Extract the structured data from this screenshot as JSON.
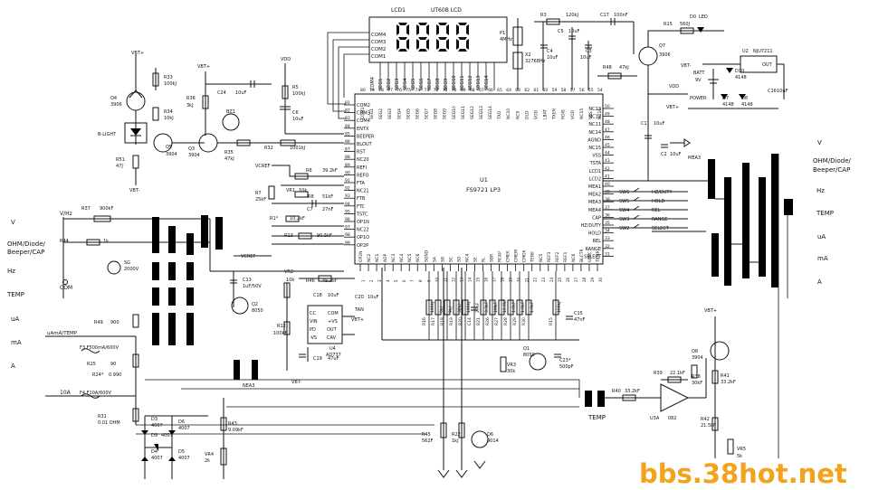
{
  "lcd": {
    "ref": "LCD1",
    "model": "UT60B LCD",
    "pins_left": [
      "COM4",
      "COM3",
      "COM2",
      "COM1"
    ],
    "pins_bottom": [
      "COM4",
      "SEG1",
      "SEG2",
      "SEG3",
      "SEG4",
      "SEG5",
      "SEG6",
      "SEG7",
      "SEG8",
      "SEG9",
      "SEG10",
      "SEG11",
      "SEG12",
      "SEG13",
      "SEG14"
    ]
  },
  "ic": {
    "ref": "U1",
    "part": "FS9721 LP3",
    "top_pins": [
      "COM1",
      "SEG1",
      "SEG2",
      "SEG3",
      "SEG4",
      "SEG5",
      "SEG6",
      "SEG7",
      "SEG8",
      "SEG9",
      "SEG10",
      "SEG11",
      "SEG12",
      "SEG13",
      "SEG14",
      "TXD",
      "NC10",
      "NC9",
      "DLD",
      "VDD",
      "LBAT",
      "TXEN",
      "RDIS",
      "VDD",
      "NC15",
      "VSS",
      "NC16"
    ],
    "top_nums": [
      "80",
      "79",
      "78",
      "77",
      "76",
      "75",
      "74",
      "73",
      "72",
      "71",
      "70",
      "69",
      "68",
      "67",
      "66",
      "65",
      "64",
      "63",
      "62",
      "61",
      "60",
      "59",
      "58",
      "57",
      "56",
      "55",
      "54"
    ],
    "left_pins": [
      "COM2",
      "COM3",
      "COM4",
      "ENTX",
      "BEEPER",
      "BLOUT",
      "RST",
      "NC20",
      "REFI",
      "REFO",
      "FTA",
      "NC21",
      "FTB",
      "FTC",
      "TSTC",
      "OP1N",
      "NC22",
      "OP1O",
      "OP2P"
    ],
    "left_nums": [
      "81",
      "82",
      "83",
      "84",
      "85",
      "86",
      "87",
      "88",
      "89",
      "90",
      "91",
      "92",
      "93",
      "94",
      "95",
      "96",
      "97",
      "98",
      "99"
    ],
    "right_pins": [
      "NC13",
      "NC12",
      "NC11",
      "NC14",
      "AGND",
      "NC15",
      "VSS",
      "TSTA",
      "LCD1",
      "LCD2",
      "MEA1",
      "MEA2",
      "MEA3",
      "MEA4",
      "CAP",
      "HZ/DUTY",
      "HOLD",
      "REL",
      "RANGE",
      "SELECT"
    ],
    "right_nums": [
      "50",
      "49",
      "48",
      "47",
      "46",
      "45",
      "44",
      "43",
      "42",
      "41",
      "40",
      "39",
      "38",
      "37",
      "36",
      "35",
      "34",
      "33",
      "32",
      "31"
    ],
    "bottom_pins": [
      "OP2N",
      "NC2",
      "NC1",
      "AOP",
      "NC3",
      "NC4",
      "NC5",
      "NC6",
      "SGND",
      "SA",
      "SB",
      "SC",
      "SD",
      "NC4",
      "SE",
      "RL",
      "SBR",
      "RCAP",
      "CMEK",
      "CMEM",
      "CMOK",
      "TENK",
      "NC5",
      "REF3",
      "REF2",
      "REF1",
      "NC6",
      "BLCTR",
      "UMIC",
      "TEMP"
    ],
    "bottom_nums": [
      "1",
      "2",
      "3",
      "4",
      "5",
      "6",
      "7",
      "8",
      "9",
      "10",
      "11",
      "12",
      "13",
      "14",
      "15",
      "16",
      "17",
      "18",
      "19",
      "20",
      "21",
      "22",
      "23",
      "24",
      "25",
      "26",
      "27",
      "28",
      "29",
      "30"
    ]
  },
  "switch_labels": [
    "SW6",
    "SW5",
    "SW4",
    "SW3",
    "SW2"
  ],
  "switch_funcs": [
    "HZ/DUTY",
    "HOLD",
    "REL",
    "RANGE",
    "SELECT"
  ],
  "terminals_left": [
    "V/Hz",
    "COM",
    "uAmA/TEMP",
    "10A"
  ],
  "range_left": [
    "V",
    "OHM/Diode/",
    "Beeper/CAP",
    "Hz",
    "TEMP",
    "uA",
    "mA",
    "A"
  ],
  "range_right": [
    "V",
    "OHM/Diode/",
    "Beeper/CAP",
    "Hz",
    "TEMP",
    "uA",
    "mA",
    "A"
  ],
  "comps": {
    "q4": "Q4",
    "q4v": "3906",
    "q5": "Q5",
    "q5v": "3904",
    "q3": "Q3",
    "q3v": "3904",
    "q7": "Q7",
    "q7v": "3906",
    "q8": "Q8",
    "q8v": "3904",
    "q2": "Q2",
    "q2v": "8050",
    "q1": "Q1",
    "q1v": "8050",
    "q6": "Q6",
    "q6v": "9014",
    "r33": "R33",
    "r33v": "100kJ",
    "r34": "R34",
    "r34v": "10kJ",
    "r51": "R51",
    "r51v": "47J",
    "blight": "B-LIGHT",
    "r36": "R36",
    "r36v": "3kJ",
    "c24": "C24",
    "c24v": "10uF",
    "bz1": "BZ1",
    "r35": "R35",
    "r35v": "47kJ",
    "r5": "R5",
    "r5v": "100kJ",
    "c6": "C6",
    "c6v": "10uF",
    "r32": "R32",
    "r32v": "1001kJ",
    "vcref": "VCREF",
    "r6": "R6",
    "r6v": "39.2kF",
    "vr1": "VR1",
    "vr1v": "10k",
    "r8": "R8",
    "r8v": "51kF",
    "r7": "R7",
    "r7v": "25kF",
    "c7": "C7",
    "c7v": "27nF",
    "r1": "R1*",
    "r1v": "10.2kF",
    "r13": "R13",
    "r13v": "90.5kF",
    "r37": "R37",
    "r37v": "900kF",
    "r44": "R44",
    "r44v": "1k",
    "sg": "SG",
    "sgv": "2000V",
    "r49": "R49",
    "r49v": "900",
    "f3": "F3 F500mA/600V",
    "r25": "R25",
    "r25v": "90",
    "r24": "R24*",
    "r24v": "0.990",
    "f4": "F4 F10A/600V",
    "r31": "R31",
    "r31v": "0.01 OHM",
    "d3": "D3",
    "d3v": "4007",
    "d6": "D6",
    "d6v": "4007",
    "d9": "D9",
    "d9v": "4007",
    "d4": "D4",
    "d4v": "4007",
    "d5": "D5",
    "d5v": "4007",
    "r43": "R43",
    "r43v": "9.09kF",
    "vr4": "VR4",
    "vr4v": "2k",
    "vcref2": "VCREF",
    "c13": "C13",
    "c13v": "1uF/50V",
    "vr2": "VR2",
    "vr2v": "10k",
    "r12": "R12",
    "r12v": "100kF",
    "r46": "R46",
    "r46v": "45.3kF",
    "c18": "C18",
    "c18v": "10uF",
    "c20": "C20",
    "c20v": "10uF",
    "u4": "U4",
    "u4v": "AD737",
    "c19": "C19",
    "c19v": "47uF",
    "vbtm": "VBT-",
    "tan": "TAN",
    "u4pins": [
      "CC",
      "VIN",
      "PD",
      "-VS",
      "COM",
      "+VS",
      "OUT",
      "CAV"
    ],
    "bres_labels": [
      "R16",
      "R17",
      "R18",
      "R19",
      "R20",
      "C14",
      "R21",
      "R26",
      "R27",
      "R28",
      "R29",
      "R30",
      "R15"
    ],
    "bres_vals": [
      "100kJ",
      "5kJ",
      "9kJ",
      "32kJ",
      "100kJ",
      "27nF",
      "3.3kF",
      "1MkF",
      "10.0kF",
      "1.0kF",
      "1.0kF",
      "1.0kF",
      "100kJ"
    ],
    "c15": "C15",
    "c15v": "47nF",
    "vr3": "VR3",
    "vr3v": "30k",
    "c23": "C23*",
    "c23v": "500pF",
    "r45": "R45",
    "r45v": "562F",
    "r22": "R22",
    "r22v": "1kJ",
    "r40": "R40",
    "r40v": "33.2kF",
    "temp": "TEMP",
    "u3": "U3A",
    "u3v": "082",
    "r39": "R39",
    "r39v": "22.1kF",
    "r38": "R38",
    "r38v": "30kF",
    "r41": "R41",
    "r41v": "33.2kF",
    "r42": "R42",
    "r42v": "21.5kF",
    "vr5": "VR5",
    "vr5v": "5k",
    "r3": "R3",
    "r3v": "120kJ",
    "c17": "C17",
    "c17v": "100nF",
    "c5": "C5",
    "c5v": "10uF",
    "c4": "C4",
    "c4v": "10uF",
    "c3": "C3",
    "c3v": "10uF",
    "x1": "P1",
    "x1v": "4MHz",
    "x2": "X2",
    "x2v": "32768Hz",
    "r48": "R48",
    "r48v": "47kJ",
    "r15": "R15",
    "r15v": "560J",
    "d0": "D0",
    "d0v": "LED",
    "u2": "U2",
    "u2v": "NJU7211",
    "out": "OUT",
    "batt": "BATT",
    "battv": "9V",
    "d10": "D10",
    "d10v": "4148",
    "power": "POWER",
    "d7": "D7",
    "d7v": "4148",
    "d8": "D8",
    "d8v": "4148",
    "c16": "C16",
    "c16v": "10uF",
    "c1": "C1",
    "c1v": "10uF",
    "c2": "C2",
    "c2v": "10uF",
    "mea3": "MEA3"
  },
  "nets": {
    "vbtp": "VBT+",
    "vbtm": "VBT-",
    "vdd": "VDD",
    "nea3": "NEA3"
  },
  "watermark": "bbs.38hot.net"
}
